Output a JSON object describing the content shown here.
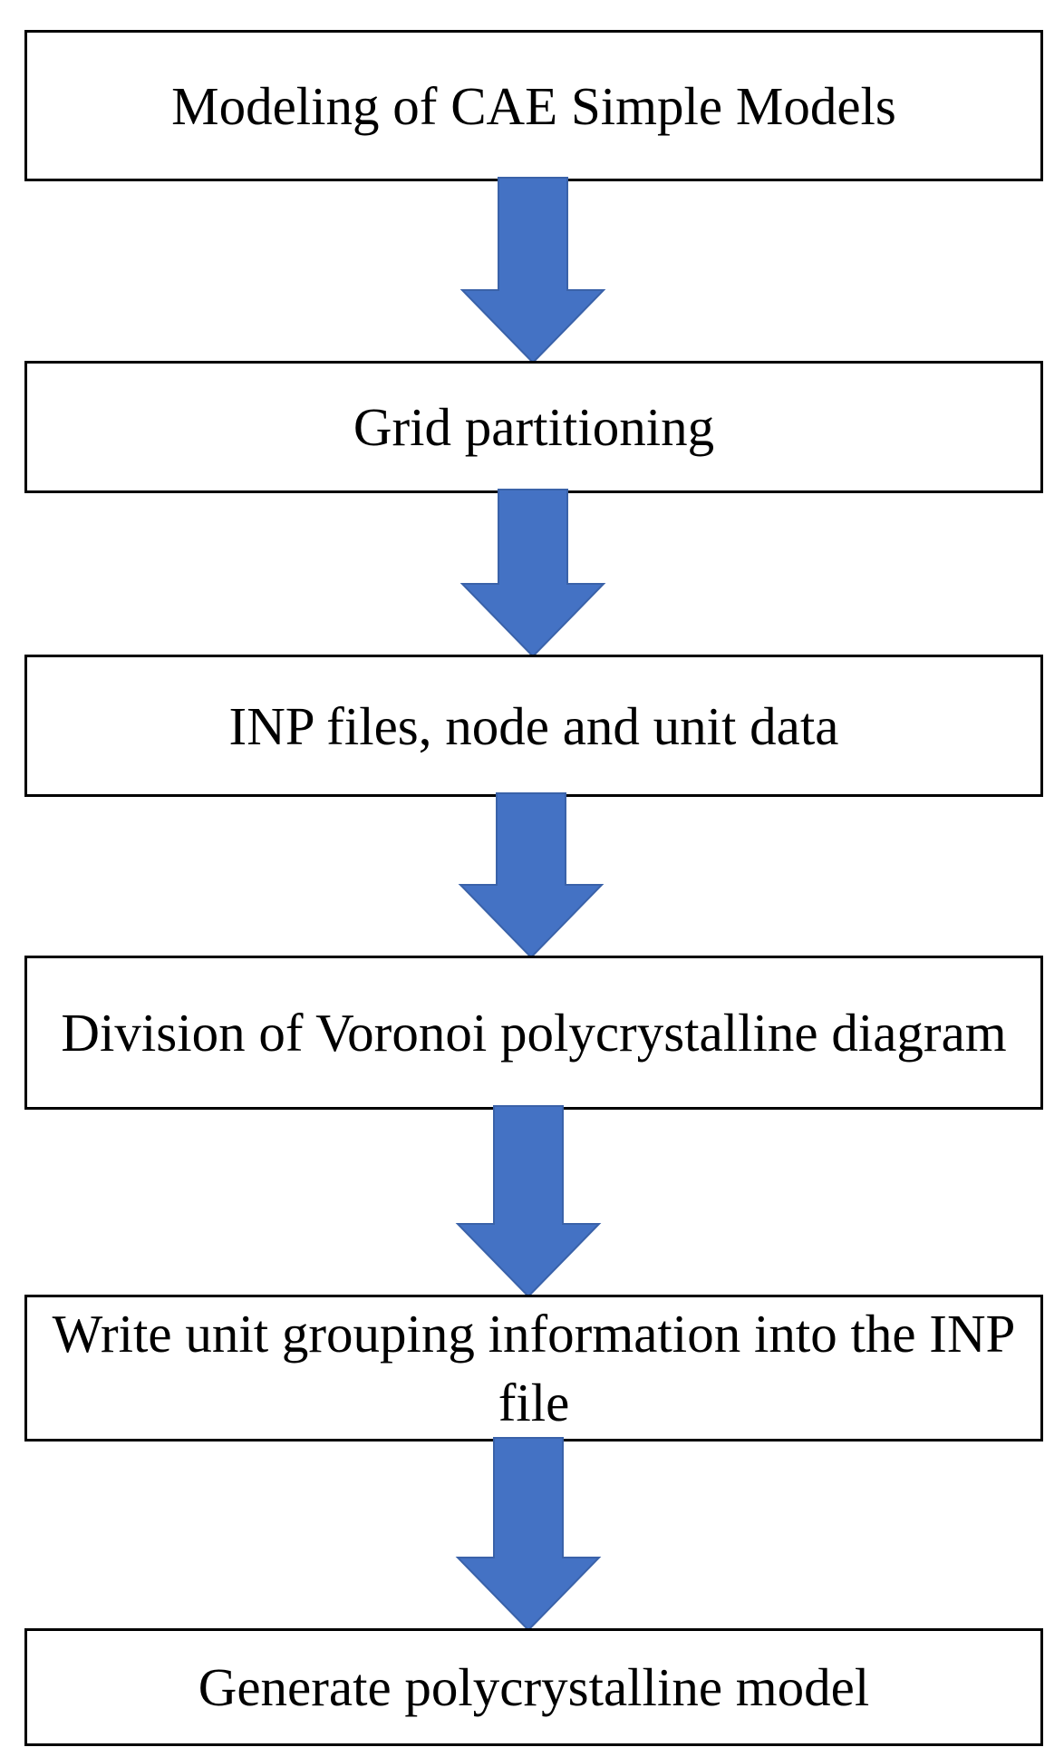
{
  "flowchart": {
    "steps": [
      {
        "label": "Modeling of CAE Simple Models"
      },
      {
        "label": "Grid partitioning"
      },
      {
        "label": "INP files, node and unit data"
      },
      {
        "label": "Division of Voronoi polycrystalline diagram"
      },
      {
        "label": "Write unit grouping information into the INP file"
      },
      {
        "label": "Generate polycrystalline model"
      }
    ],
    "arrow_color": "#4472c4",
    "arrow_icon": "down-arrow-icon"
  }
}
